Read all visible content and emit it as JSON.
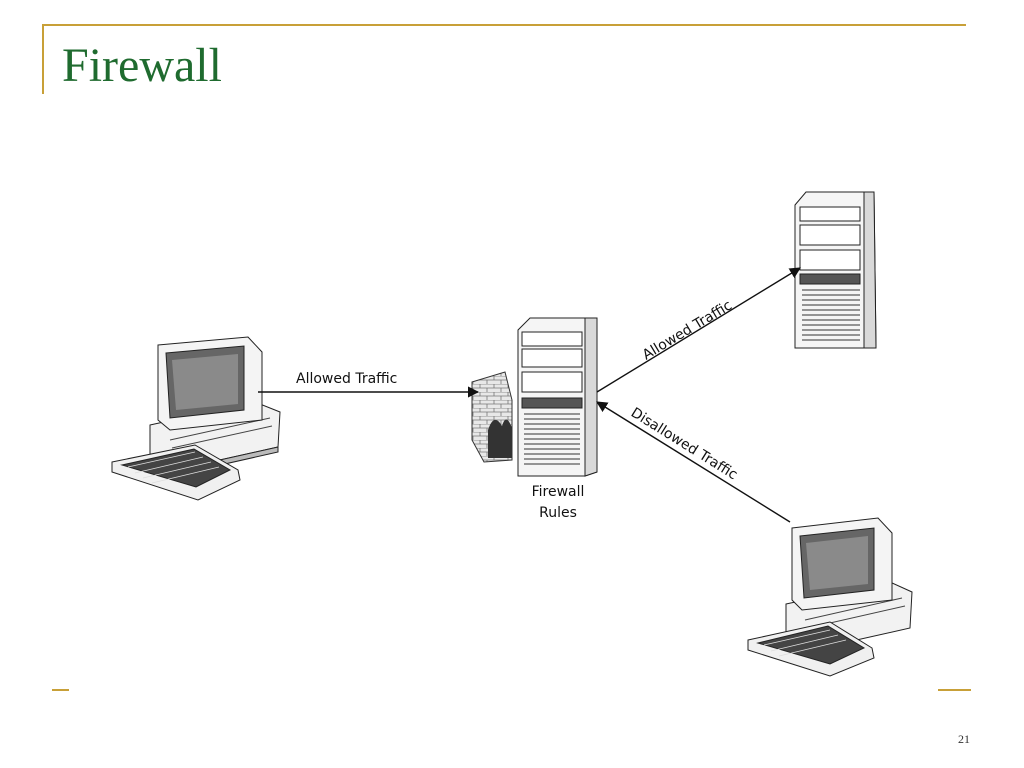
{
  "slide": {
    "title": "Firewall",
    "page_number": "21"
  },
  "diagram": {
    "edges": [
      {
        "label": "Allowed Traffic"
      },
      {
        "label": "Allowed Traffic"
      },
      {
        "label": "Disallowed Traffic"
      }
    ],
    "firewall_label_line1": "Firewall",
    "firewall_label_line2": "Rules"
  },
  "colors": {
    "title": "#1f6b2f",
    "accent_rule": "#c8a038"
  }
}
